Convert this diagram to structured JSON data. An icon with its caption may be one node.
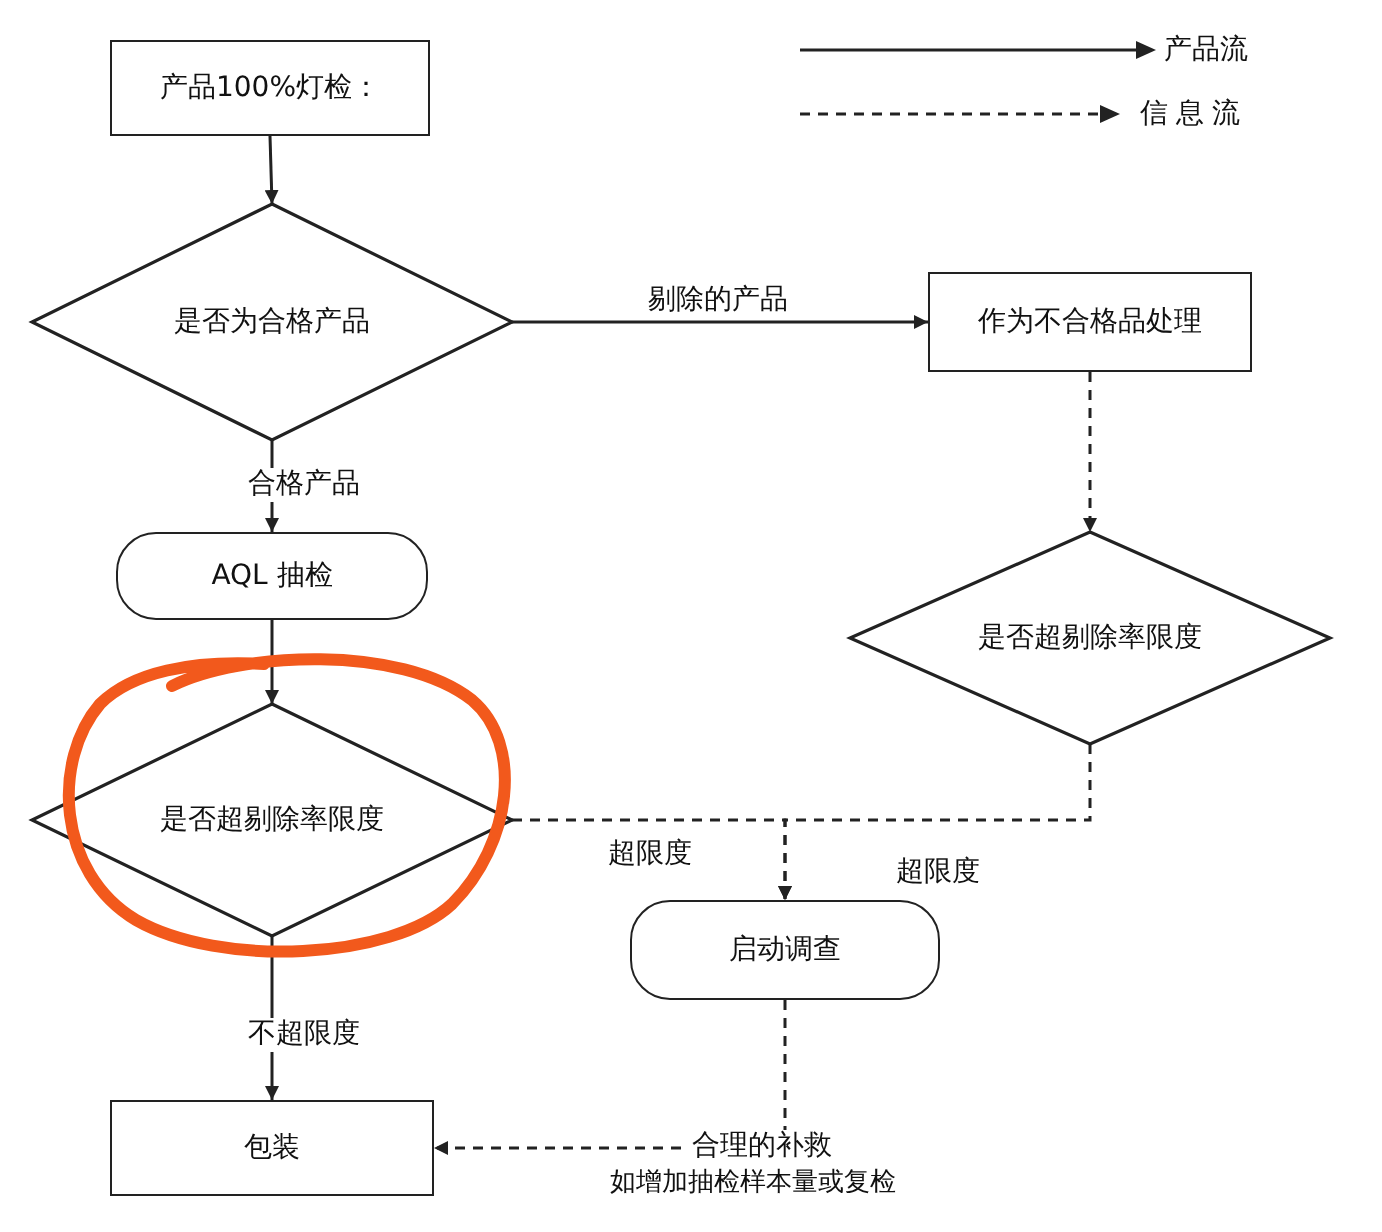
{
  "diagram": {
    "nodes": [
      {
        "text": [
          "产品100%灯检："
        ]
      },
      {
        "text": [
          "是否为合格产品"
        ]
      },
      {
        "text": [
          "作为不合格品处理"
        ]
      },
      {
        "text": [
          "AQL 抽检"
        ]
      },
      {
        "text": [
          "是否超剔除率限度"
        ]
      },
      {
        "text": [
          "是否超剔除率限度"
        ]
      },
      {
        "text": [
          "启动调查"
        ]
      },
      {
        "text": [
          "包装"
        ]
      }
    ],
    "edges": [
      {
        "from": 0,
        "to": 1,
        "arrow": "to"
      },
      {
        "from": 1,
        "to": 2,
        "arrow": "to",
        "label": "剔除的产品"
      },
      {
        "from": 1,
        "to": 3,
        "arrow": "to",
        "label": "合格产品"
      },
      {
        "from": 3,
        "to": 5,
        "arrow": "to"
      },
      {
        "from": 2,
        "to": 4,
        "arrow": "to",
        "style": "dashed"
      },
      {
        "from": 5,
        "to": 6,
        "arrow": "to",
        "label": "超限度",
        "style": "dashed"
      },
      {
        "from": 4,
        "to": 6,
        "arrow": "to",
        "label": "超限度",
        "style": "dashed"
      },
      {
        "from": 5,
        "to": 7,
        "arrow": "to",
        "label": "不超限度"
      },
      {
        "from": 6,
        "to": 7,
        "arrow": "to",
        "label": "合理的补救",
        "style": "dashed"
      }
    ],
    "labels": [
      "如增加抽检样本量或复检"
    ],
    "legend": [
      {
        "text": "产品流"
      },
      {
        "text": "信息流"
      }
    ]
  }
}
